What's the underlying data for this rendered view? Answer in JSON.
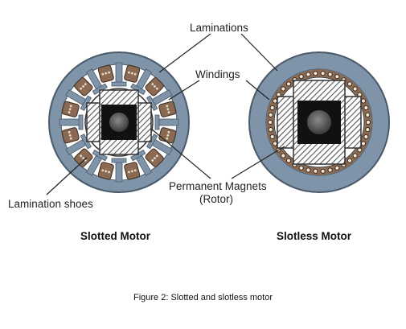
{
  "labels": {
    "laminations": "Laminations",
    "windings": "Windings",
    "permanent_magnets": "Permanent Magnets",
    "rotor": "(Rotor)",
    "lamination_shoes": "Lamination shoes"
  },
  "titles": {
    "slotted": "Slotted Motor",
    "slotless": "Slotless Motor"
  },
  "caption": "Figure 2: Slotted and slotless motor",
  "colors": {
    "lamination": "#7f94a8",
    "lamination_edge": "#4a5a6a",
    "winding": "#8a6a52",
    "hatch": "#555555",
    "core": "#111111",
    "shaft": "#5a5a5a"
  }
}
